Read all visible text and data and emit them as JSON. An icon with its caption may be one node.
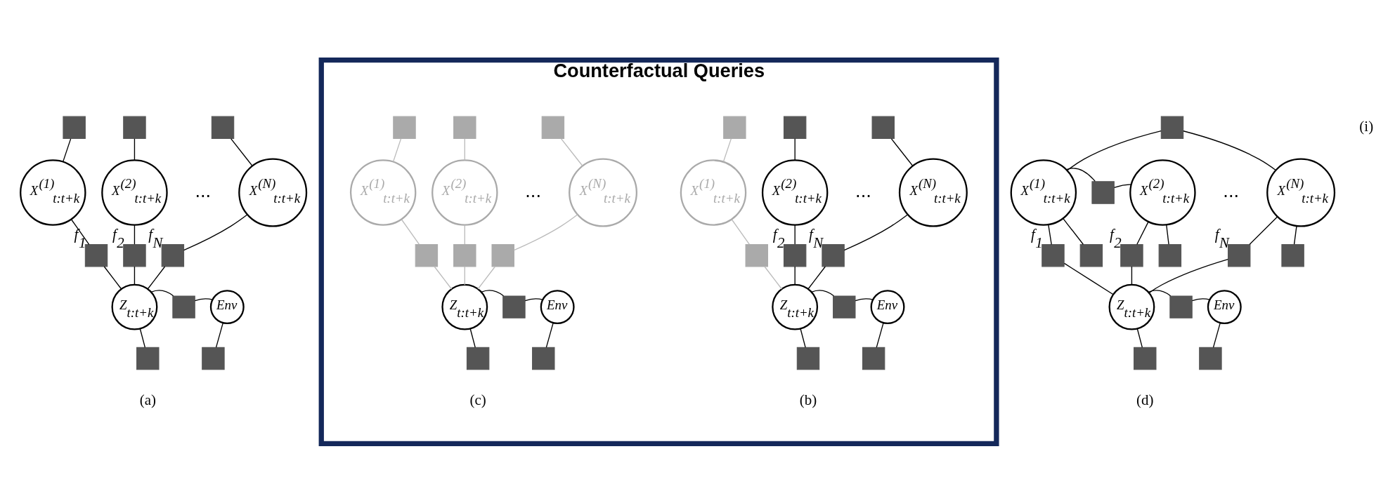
{
  "diagram": {
    "nodes": [
      {
        "text": [],
        "shape": "box"
      },
      {
        "text": [],
        "shape": "box"
      },
      {
        "text": [],
        "shape": "box"
      },
      {
        "text": [
          "X$^{(1)}$$_{t:t+k}$"
        ]
      },
      {
        "text": [
          "X$^{(2)}$$_{t:t+k}$"
        ]
      },
      {
        "text": [
          "X$^{(N)}$$_{t:t+k}$"
        ]
      },
      {
        "text": [],
        "shape": "box",
        "beside": [
          "f$_{1}$"
        ]
      },
      {
        "text": [],
        "shape": "box",
        "beside": [
          "f$_{2}$"
        ]
      },
      {
        "text": [],
        "shape": "box",
        "beside": [
          "f$_{N}$"
        ]
      },
      {
        "text": [
          "Z$_{t:t+k}$"
        ]
      },
      {
        "text": [],
        "shape": "box"
      },
      {
        "text": [
          "Env"
        ]
      },
      {
        "text": [],
        "shape": "box"
      },
      {
        "text": [],
        "shape": "box"
      },
      {
        "text": [
          "Counterfactual Queries"
        ]
      },
      {
        "text": [],
        "shape": "box",
        "in": 14
      },
      {
        "text": [],
        "shape": "box",
        "in": 14
      },
      {
        "text": [],
        "shape": "box",
        "in": 14
      },
      {
        "text": [
          "X$^{(1)}$$_{t:t+k}$"
        ],
        "in": 14
      },
      {
        "text": [
          "X$^{(2)}$$_{t:t+k}$"
        ],
        "in": 14
      },
      {
        "text": [
          "X$^{(N)}$$_{t:t+k}$"
        ],
        "in": 14
      },
      {
        "text": [],
        "shape": "box",
        "in": 14
      },
      {
        "text": [],
        "shape": "box",
        "in": 14,
        "beside": [
          "f$_{2}$"
        ]
      },
      {
        "text": [],
        "shape": "box",
        "in": 14,
        "beside": [
          "f$_{N}$"
        ]
      },
      {
        "text": [
          "Z$_{t:t+k}$"
        ],
        "in": 14
      },
      {
        "text": [],
        "shape": "box",
        "in": 14
      },
      {
        "text": [
          "Env"
        ],
        "in": 14
      },
      {
        "text": [],
        "shape": "box",
        "in": 14
      },
      {
        "text": [],
        "shape": "box",
        "in": 14
      },
      {
        "text": [],
        "shape": "box",
        "in": 14
      },
      {
        "text": [],
        "shape": "box",
        "in": 14
      },
      {
        "text": [],
        "shape": "box",
        "in": 14
      },
      {
        "text": [
          "X$^{(1)}$$_{t:t+k}$"
        ],
        "in": 14
      },
      {
        "text": [
          "X$^{(2)}$$_{t:t+k}$"
        ],
        "in": 14
      },
      {
        "text": [
          "X$^{(N)}$$_{t:t+k}$"
        ],
        "in": 14
      },
      {
        "text": [],
        "shape": "box",
        "in": 14
      },
      {
        "text": [],
        "shape": "box",
        "in": 14
      },
      {
        "text": [],
        "shape": "box",
        "in": 14
      },
      {
        "text": [
          "Z$_{t:t+k}$"
        ],
        "in": 14
      },
      {
        "text": [],
        "shape": "box",
        "in": 14
      },
      {
        "text": [
          "Env"
        ],
        "in": 14
      },
      {
        "text": [],
        "shape": "box",
        "in": 14
      },
      {
        "text": [],
        "shape": "box",
        "in": 14
      },
      {
        "text": [],
        "shape": "box"
      },
      {
        "text": [
          "X$^{(1)}$$_{t:t+k}$"
        ]
      },
      {
        "text": [],
        "shape": "box"
      },
      {
        "text": [
          "X$^{(2)}$$_{t:t+k}$"
        ]
      },
      {
        "text": [
          "X$^{(N)}$$_{t:t+k}$"
        ]
      },
      {
        "text": [],
        "shape": "box",
        "beside": [
          "f$_{1}$"
        ]
      },
      {
        "text": [],
        "shape": "box"
      },
      {
        "text": [],
        "shape": "box",
        "beside": [
          "f$_{2}$"
        ]
      },
      {
        "text": [],
        "shape": "box"
      },
      {
        "text": [],
        "shape": "box",
        "beside": [
          "f$_{N}$"
        ]
      },
      {
        "text": [],
        "shape": "box"
      },
      {
        "text": [
          "Z$_{t:t+k}$"
        ]
      },
      {
        "text": [],
        "shape": "box"
      },
      {
        "text": [
          "Env"
        ]
      },
      {
        "text": [],
        "shape": "box"
      },
      {
        "text": [],
        "shape": "box"
      }
    ],
    "edges": [
      {
        "from": 0,
        "to": 3,
        "arrow": "none"
      },
      {
        "from": 1,
        "to": 4,
        "arrow": "none"
      },
      {
        "from": 2,
        "to": 5,
        "arrow": "none"
      },
      {
        "from": 3,
        "to": 6,
        "arrow": "none"
      },
      {
        "from": 4,
        "to": 7,
        "arrow": "none"
      },
      {
        "from": 5,
        "to": 8,
        "arrow": "none"
      },
      {
        "from": 6,
        "to": 9,
        "arrow": "none"
      },
      {
        "from": 7,
        "to": 9,
        "arrow": "none"
      },
      {
        "from": 8,
        "to": 9,
        "arrow": "none"
      },
      {
        "from": 9,
        "to": 10,
        "arrow": "none"
      },
      {
        "from": 10,
        "to": 11,
        "arrow": "none"
      },
      {
        "from": 9,
        "to": 12,
        "arrow": "none"
      },
      {
        "from": 11,
        "to": 13,
        "arrow": "none"
      },
      {
        "from": 15,
        "to": 18,
        "arrow": "none",
        "color": "#bbbbbb"
      },
      {
        "from": 16,
        "to": 19,
        "arrow": "none"
      },
      {
        "from": 17,
        "to": 20,
        "arrow": "none"
      },
      {
        "from": 18,
        "to": 21,
        "arrow": "none",
        "color": "#bbbbbb"
      },
      {
        "from": 19,
        "to": 22,
        "arrow": "none"
      },
      {
        "from": 20,
        "to": 23,
        "arrow": "none"
      },
      {
        "from": 21,
        "to": 24,
        "arrow": "none",
        "color": "#bbbbbb"
      },
      {
        "from": 22,
        "to": 24,
        "arrow": "none"
      },
      {
        "from": 23,
        "to": 24,
        "arrow": "none"
      },
      {
        "from": 24,
        "to": 25,
        "arrow": "none"
      },
      {
        "from": 25,
        "to": 26,
        "arrow": "none"
      },
      {
        "from": 24,
        "to": 27,
        "arrow": "none"
      },
      {
        "from": 26,
        "to": 28,
        "arrow": "none"
      },
      {
        "from": 29,
        "to": 32,
        "arrow": "none",
        "color": "#bbbbbb"
      },
      {
        "from": 30,
        "to": 33,
        "arrow": "none",
        "color": "#bbbbbb"
      },
      {
        "from": 31,
        "to": 34,
        "arrow": "none",
        "color": "#bbbbbb"
      },
      {
        "from": 32,
        "to": 35,
        "arrow": "none",
        "color": "#bbbbbb"
      },
      {
        "from": 33,
        "to": 36,
        "arrow": "none",
        "color": "#bbbbbb"
      },
      {
        "from": 34,
        "to": 37,
        "arrow": "none",
        "color": "#bbbbbb"
      },
      {
        "from": 35,
        "to": 38,
        "arrow": "none",
        "color": "#bbbbbb"
      },
      {
        "from": 36,
        "to": 38,
        "arrow": "none",
        "color": "#bbbbbb"
      },
      {
        "from": 37,
        "to": 38,
        "arrow": "none",
        "color": "#bbbbbb"
      },
      {
        "from": 38,
        "to": 39,
        "arrow": "none"
      },
      {
        "from": 39,
        "to": 40,
        "arrow": "none"
      },
      {
        "from": 38,
        "to": 41,
        "arrow": "none"
      },
      {
        "from": 40,
        "to": 42,
        "arrow": "none"
      },
      {
        "from": 43,
        "to": 44,
        "arrow": "none"
      },
      {
        "from": 43,
        "to": 47,
        "arrow": "none"
      },
      {
        "from": 44,
        "to": 45,
        "arrow": "none"
      },
      {
        "from": 45,
        "to": 46,
        "arrow": "none"
      },
      {
        "from": 44,
        "to": 48,
        "arrow": "none"
      },
      {
        "from": 44,
        "to": 49,
        "arrow": "none"
      },
      {
        "from": 46,
        "to": 50,
        "arrow": "none"
      },
      {
        "from": 46,
        "to": 51,
        "arrow": "none"
      },
      {
        "from": 47,
        "to": 52,
        "arrow": "none"
      },
      {
        "from": 47,
        "to": 53,
        "arrow": "none"
      },
      {
        "from": 48,
        "to": 54,
        "arrow": "none"
      },
      {
        "from": 50,
        "to": 54,
        "arrow": "none"
      },
      {
        "from": 52,
        "to": 54,
        "arrow": "none"
      },
      {
        "from": 54,
        "to": 55,
        "arrow": "none"
      },
      {
        "from": 55,
        "to": 56,
        "arrow": "none"
      },
      {
        "from": 54,
        "to": 57,
        "arrow": "none"
      },
      {
        "from": 56,
        "to": 58,
        "arrow": "none"
      }
    ],
    "labels": [
      "...",
      "...",
      "...",
      "...",
      "(a)",
      "(b)",
      "(c)",
      "(d)",
      "(i)"
    ]
  }
}
